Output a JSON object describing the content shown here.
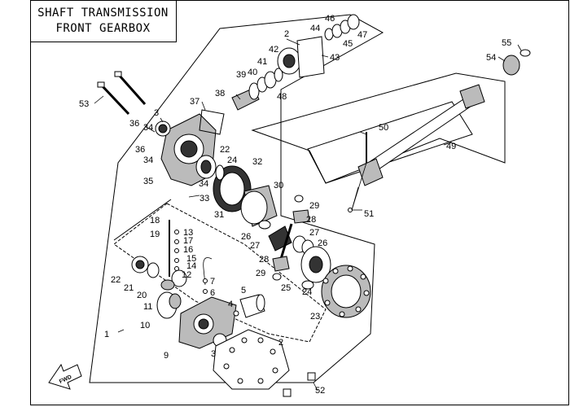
{
  "title": {
    "line1": "SHAFT TRANSMISSION",
    "line2": "FRONT GEARBOX"
  },
  "fwd_label": "FWD",
  "callouts": [
    {
      "id": "c1",
      "label": "1"
    },
    {
      "id": "c2a",
      "label": "2"
    },
    {
      "id": "c2b",
      "label": "2"
    },
    {
      "id": "c3a",
      "label": "3"
    },
    {
      "id": "c3b",
      "label": "3"
    },
    {
      "id": "c4",
      "label": "4"
    },
    {
      "id": "c5",
      "label": "5"
    },
    {
      "id": "c6",
      "label": "6"
    },
    {
      "id": "c7",
      "label": "7"
    },
    {
      "id": "c9",
      "label": "9"
    },
    {
      "id": "c10",
      "label": "10"
    },
    {
      "id": "c11",
      "label": "11"
    },
    {
      "id": "c12",
      "label": "12"
    },
    {
      "id": "c13",
      "label": "13"
    },
    {
      "id": "c14",
      "label": "14"
    },
    {
      "id": "c15",
      "label": "15"
    },
    {
      "id": "c16",
      "label": "16"
    },
    {
      "id": "c17",
      "label": "17"
    },
    {
      "id": "c18",
      "label": "18"
    },
    {
      "id": "c19",
      "label": "19"
    },
    {
      "id": "c20",
      "label": "20"
    },
    {
      "id": "c21",
      "label": "21"
    },
    {
      "id": "c22a",
      "label": "22"
    },
    {
      "id": "c22b",
      "label": "22"
    },
    {
      "id": "c23",
      "label": "23"
    },
    {
      "id": "c24a",
      "label": "24"
    },
    {
      "id": "c24b",
      "label": "24"
    },
    {
      "id": "c25",
      "label": "25"
    },
    {
      "id": "c26a",
      "label": "26"
    },
    {
      "id": "c26b",
      "label": "26"
    },
    {
      "id": "c27a",
      "label": "27"
    },
    {
      "id": "c27b",
      "label": "27"
    },
    {
      "id": "c28a",
      "label": "28"
    },
    {
      "id": "c28b",
      "label": "28"
    },
    {
      "id": "c29a",
      "label": "29"
    },
    {
      "id": "c29b",
      "label": "29"
    },
    {
      "id": "c30",
      "label": "30"
    },
    {
      "id": "c31",
      "label": "31"
    },
    {
      "id": "c32",
      "label": "32"
    },
    {
      "id": "c33",
      "label": "33"
    },
    {
      "id": "c34a",
      "label": "34"
    },
    {
      "id": "c34b",
      "label": "34"
    },
    {
      "id": "c34c",
      "label": "34"
    },
    {
      "id": "c35",
      "label": "35"
    },
    {
      "id": "c36a",
      "label": "36"
    },
    {
      "id": "c36b",
      "label": "36"
    },
    {
      "id": "c37",
      "label": "37"
    },
    {
      "id": "c38",
      "label": "38"
    },
    {
      "id": "c39",
      "label": "39"
    },
    {
      "id": "c40",
      "label": "40"
    },
    {
      "id": "c41",
      "label": "41"
    },
    {
      "id": "c42",
      "label": "42"
    },
    {
      "id": "c43",
      "label": "43"
    },
    {
      "id": "c44",
      "label": "44"
    },
    {
      "id": "c45",
      "label": "45"
    },
    {
      "id": "c46",
      "label": "46"
    },
    {
      "id": "c47",
      "label": "47"
    },
    {
      "id": "c48",
      "label": "48"
    },
    {
      "id": "c49",
      "label": "49"
    },
    {
      "id": "c50",
      "label": "50"
    },
    {
      "id": "c51",
      "label": "51"
    },
    {
      "id": "c52",
      "label": "52"
    },
    {
      "id": "c53",
      "label": "53"
    },
    {
      "id": "c54",
      "label": "54"
    },
    {
      "id": "c55",
      "label": "55"
    }
  ]
}
